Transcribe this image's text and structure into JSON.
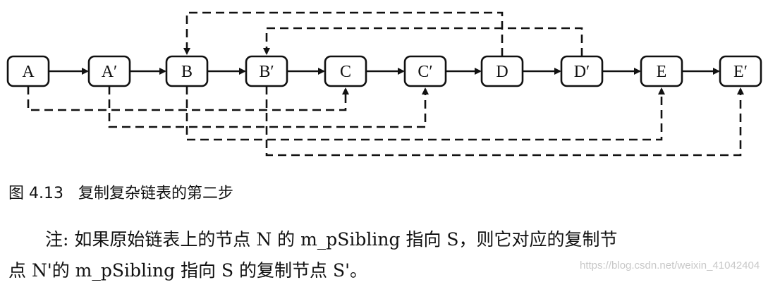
{
  "diagram": {
    "nodes": [
      {
        "id": "A",
        "label": "A"
      },
      {
        "id": "A1",
        "label": "A′"
      },
      {
        "id": "B",
        "label": "B"
      },
      {
        "id": "B1",
        "label": "B′"
      },
      {
        "id": "C",
        "label": "C"
      },
      {
        "id": "C1",
        "label": "C′"
      },
      {
        "id": "D",
        "label": "D"
      },
      {
        "id": "D1",
        "label": "D′"
      },
      {
        "id": "E",
        "label": "E"
      },
      {
        "id": "E1",
        "label": "E′"
      }
    ],
    "next_edges": [
      [
        "A",
        "A1"
      ],
      [
        "A1",
        "B"
      ],
      [
        "B",
        "B1"
      ],
      [
        "B1",
        "C"
      ],
      [
        "C",
        "C1"
      ],
      [
        "C1",
        "D"
      ],
      [
        "D",
        "D1"
      ],
      [
        "D1",
        "E"
      ],
      [
        "E",
        "E1"
      ]
    ],
    "sibling_edges": [
      {
        "from": "A",
        "to": "C"
      },
      {
        "from": "A1",
        "to": "C1"
      },
      {
        "from": "B",
        "to": "E"
      },
      {
        "from": "B1",
        "to": "E1"
      },
      {
        "from": "D",
        "to": "B"
      },
      {
        "from": "D1",
        "to": "B1"
      }
    ]
  },
  "caption": "图 4.13   复制复杂链表的第二步",
  "note": {
    "line1": "注: 如果原始链表上的节点 N 的 m_pSibling 指向 S，则它对应的复制节",
    "line2": "点 N'的 m_pSibling 指向 S 的复制节点 S'。"
  },
  "watermark": "https://blog.csdn.net/weixin_41042404"
}
